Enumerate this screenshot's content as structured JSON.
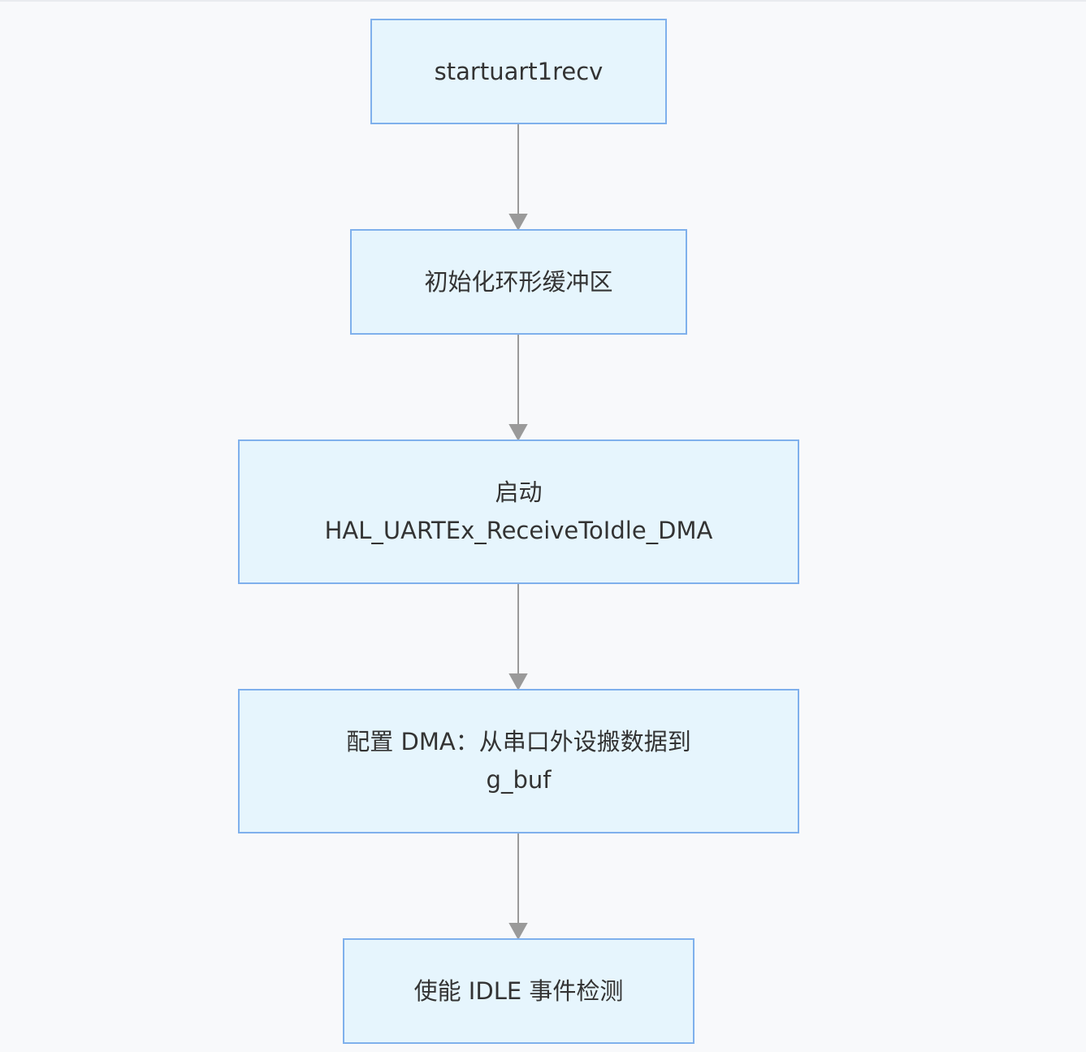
{
  "flowchart": {
    "nodes": [
      {
        "id": "n1",
        "lines": [
          "startuart1recv"
        ]
      },
      {
        "id": "n2",
        "lines": [
          "初始化环形缓冲区"
        ]
      },
      {
        "id": "n3",
        "lines": [
          "启动",
          "HAL_UARTEx_ReceiveToIdle_DMA"
        ]
      },
      {
        "id": "n4",
        "lines": [
          "配置 DMA：从串口外设搬数据到",
          "g_buf"
        ]
      },
      {
        "id": "n5",
        "lines": [
          "使能 IDLE 事件检测"
        ]
      }
    ],
    "edges": [
      {
        "from": "n1",
        "to": "n2"
      },
      {
        "from": "n2",
        "to": "n3"
      },
      {
        "from": "n3",
        "to": "n4"
      },
      {
        "from": "n4",
        "to": "n5"
      }
    ],
    "colors": {
      "node_fill": "#e6f5fd",
      "node_border": "#7fb0ec",
      "edge": "#9a9a9a",
      "text": "#333333",
      "background": "#f8f9fb"
    }
  }
}
